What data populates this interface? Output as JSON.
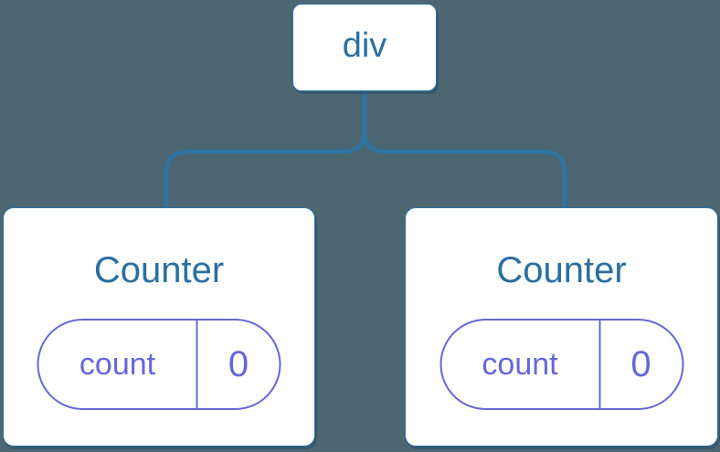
{
  "diagram": {
    "root": {
      "label": "div"
    },
    "children": [
      {
        "label": "Counter",
        "state": {
          "key": "count",
          "value": "0"
        }
      },
      {
        "label": "Counter",
        "state": {
          "key": "count",
          "value": "0"
        }
      }
    ],
    "colors": {
      "background": "#4C6672",
      "connector": "#2E74A4",
      "node_border": "#2E74A4",
      "node_text": "#2B6F9F",
      "state_accent": "#6767D6",
      "card_background": "#FFFFFF"
    }
  }
}
